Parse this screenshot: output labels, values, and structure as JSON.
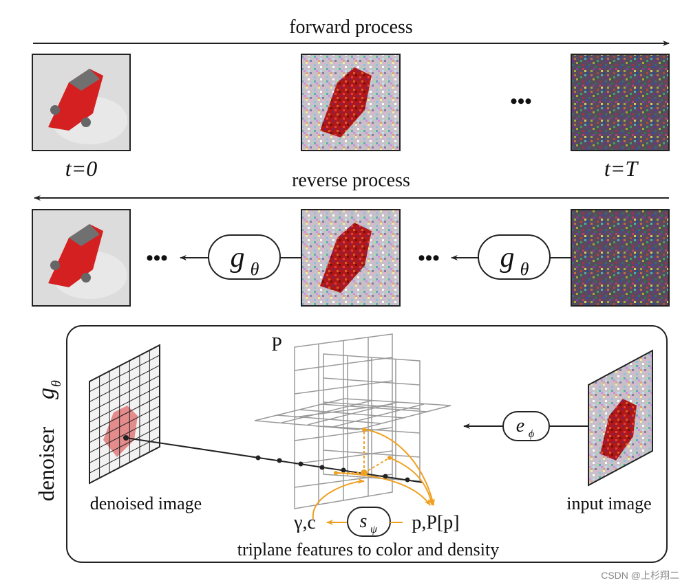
{
  "forward": {
    "label": "forward process",
    "t_start": "t=0",
    "t_end": "t=T",
    "dots": "•••"
  },
  "reverse": {
    "label": "reverse process",
    "dots": "•••",
    "g_symbol": "g",
    "g_subscript": "θ"
  },
  "denoiser": {
    "title": "denoiser",
    "title_symbol": "g",
    "title_subscript": "θ",
    "plane_label": "P",
    "denoised_label": "denoised image",
    "input_label": "input image",
    "encoder_symbol": "e",
    "encoder_subscript": "ϕ",
    "decoder_symbol": "s",
    "decoder_subscript": "ψ",
    "output_text": "γ,c",
    "input_text": "p,P[p]",
    "caption": "triplane features to color and density"
  },
  "watermark": "CSDN @上杉翔二",
  "colors": {
    "accent_orange": "#f0a020",
    "car_red": "#d42020",
    "line": "#222222",
    "grid": "#9a9a9a"
  },
  "icons": {
    "car_clean": "red-car-image",
    "car_noisy": "noisy-car-image",
    "noise": "pure-noise-image"
  }
}
